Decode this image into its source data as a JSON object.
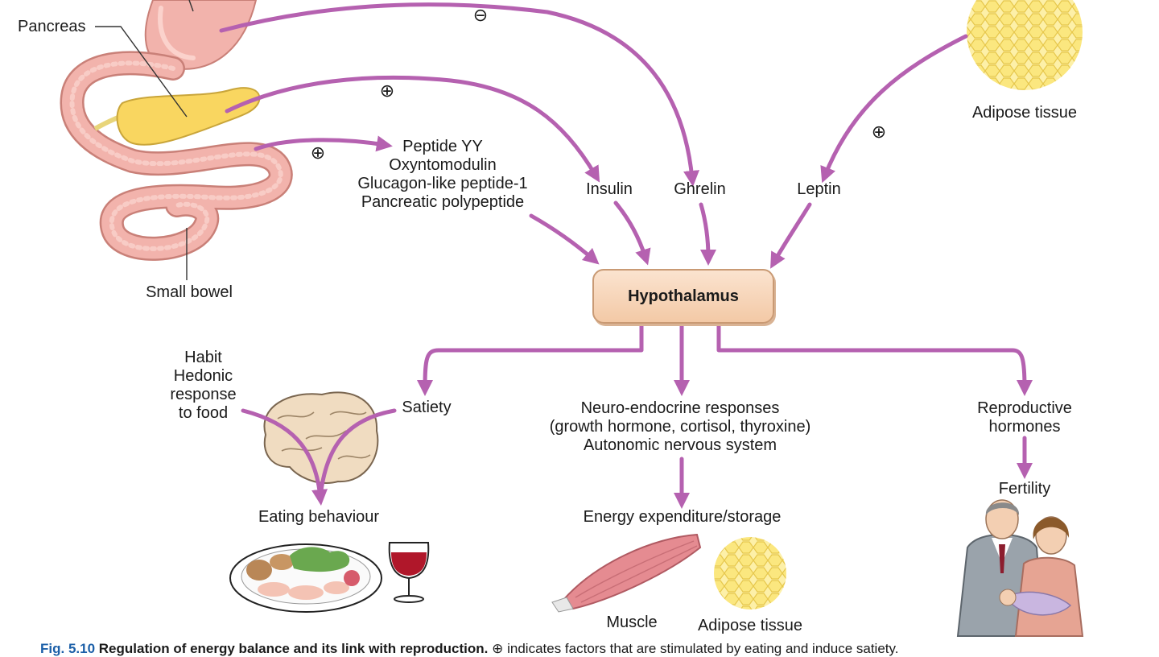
{
  "diagram": {
    "labels": {
      "pancreas": "Pancreas",
      "small_bowel": "Small bowel",
      "adipose_top": "Adipose tissue",
      "gut_peptides": [
        "Peptide YY",
        "Oxyntomodulin",
        "Glucagon-like peptide-1",
        "Pancreatic polypeptide"
      ],
      "insulin": "Insulin",
      "ghrelin": "Ghrelin",
      "leptin": "Leptin",
      "hypothalamus": "Hypothalamus",
      "habit_hedonic": [
        "Habit",
        "Hedonic",
        "response",
        "to food"
      ],
      "satiety": "Satiety",
      "neuro_endocrine": [
        "Neuro-endocrine responses",
        "(growth hormone, cortisol, thyroxine)",
        "Autonomic nervous system"
      ],
      "reproductive": [
        "Reproductive",
        "hormones"
      ],
      "eating_behaviour": "Eating behaviour",
      "energy": "Energy expenditure/storage",
      "fertility": "Fertility",
      "muscle": "Muscle",
      "adipose_bottom": "Adipose tissue"
    },
    "signs": {
      "ghrelin": "⊖",
      "insulin": "⊕",
      "gut_peptides": "⊕",
      "leptin": "⊕"
    },
    "colors": {
      "arrow": "#b561b0",
      "stomach": "#f2b3ac",
      "pancreas": "#f9d660",
      "adipose": "#fbe98f",
      "brain": "#f0dcc1",
      "muscle": "#e58b91"
    }
  },
  "caption": {
    "figure": "Fig. 5.10",
    "title": "Regulation of energy balance and its link with reproduction.",
    "symbol": "⊕",
    "text": "indicates factors that are stimulated by eating and induce satiety."
  }
}
